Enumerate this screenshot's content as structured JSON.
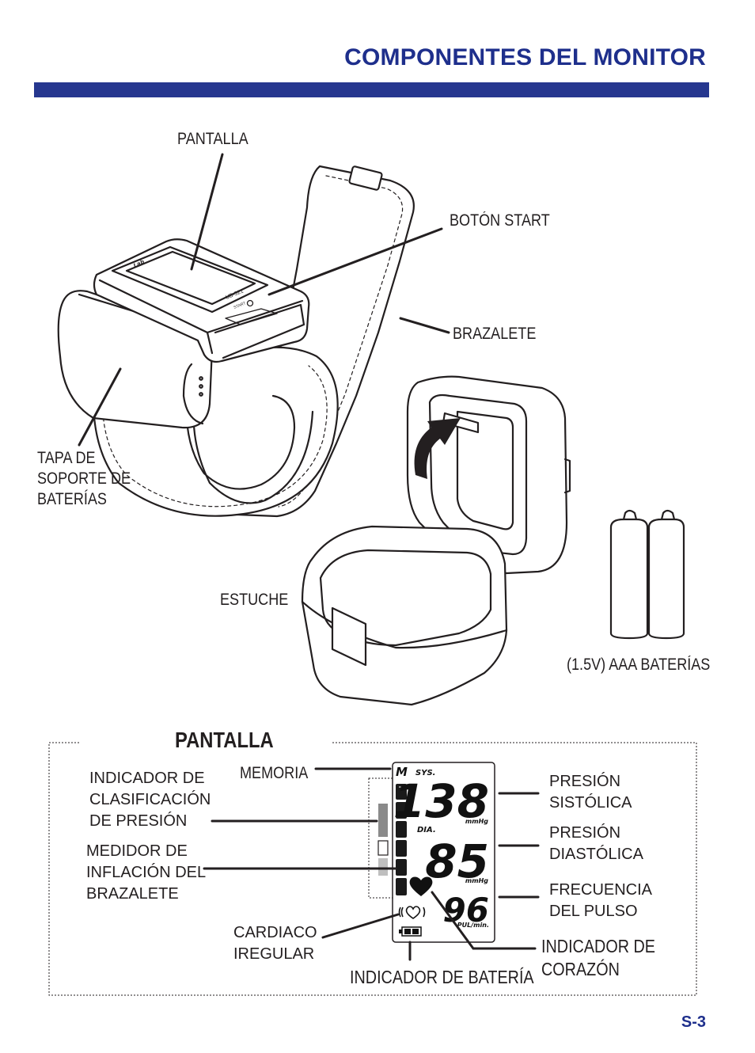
{
  "header": {
    "title": "COMPONENTES DEL MONITOR"
  },
  "labels": {
    "pantalla": "PANTALLA",
    "boton_start": "BOTÓN START",
    "brazalete": "BRAZALETE",
    "tapa": [
      "TAPA DE",
      "SOPORTE DE",
      "BATERÍAS"
    ],
    "estuche": "ESTUCHE",
    "baterias": "(1.5V) AAA BATERÍAS"
  },
  "device_text": {
    "brand": "Lab",
    "model": "UB-521",
    "start": "START"
  },
  "display_section": {
    "title": "PANTALLA",
    "memoria": "MEMORIA",
    "clasificacion": [
      "INDICADOR DE",
      "CLASIFICACIÓN",
      "DE PRESIÓN"
    ],
    "medidor": [
      "MEDIDOR DE",
      "INFLACIÓN DEL",
      "BRAZALETE"
    ],
    "cardiaco": [
      "CARDIACO",
      "IREGULAR"
    ],
    "bateria": "INDICADOR DE BATERÍA",
    "corazon": [
      "INDICADOR DE",
      "CORAZÓN"
    ],
    "sistolica": [
      "PRESIÓN",
      "SISTÓLICA"
    ],
    "diastolica": [
      "PRESIÓN",
      "DIASTÓLICA"
    ],
    "pulso": [
      "FRECUENCIA",
      "DEL PULSO"
    ]
  },
  "lcd": {
    "mem_symbol": "M",
    "sys_label": "SYS.",
    "dia_label": "DIA.",
    "systolic": "138",
    "diastolic": "85",
    "pulse": "96",
    "unit_sys": "mmHg",
    "unit_dia": "mmHg",
    "unit_pulse": "PUL/min."
  },
  "colors": {
    "accent": "#1e2f8c",
    "bar": "#26378f",
    "ink": "#231f20"
  },
  "footer": {
    "page": "S-3"
  }
}
